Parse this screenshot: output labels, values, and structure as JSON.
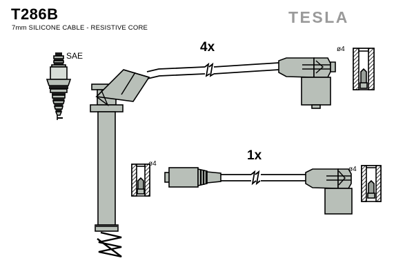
{
  "document": {
    "part_number": "T286B",
    "description": "7mm SILICONE CABLE - RESISTIVE CORE",
    "brand": "TESLA",
    "brand_color": "#9a9a9a",
    "background_color": "#ffffff",
    "line_color": "#000000",
    "fill_color": "#b8bfb8"
  },
  "labels": {
    "quantity_upper": "4x",
    "quantity_lower": "1x",
    "spark_plug_standard": "SAE",
    "diameter_top_right": "ø4",
    "diameter_mid_left": "ø4",
    "diameter_mid_right": "ø4"
  },
  "assemblies": [
    {
      "name": "spark-plug-lead",
      "quantity": "4x",
      "plug_end": "90-degree spark plug boot with spring",
      "distributor_end": "right-angle distributor connector",
      "boot_diameter": "ø4"
    },
    {
      "name": "coil-lead",
      "quantity": "1x",
      "coil_end": "straight ribbed coil connector",
      "distributor_end": "right-angle distributor connector",
      "boot_diameter": "ø4"
    }
  ],
  "icons": {
    "spark_plug": "spark-plug-icon",
    "cable_break": "cable-break-symbol",
    "boot_section": "boot-cross-section-icon",
    "spring": "spring-icon"
  }
}
